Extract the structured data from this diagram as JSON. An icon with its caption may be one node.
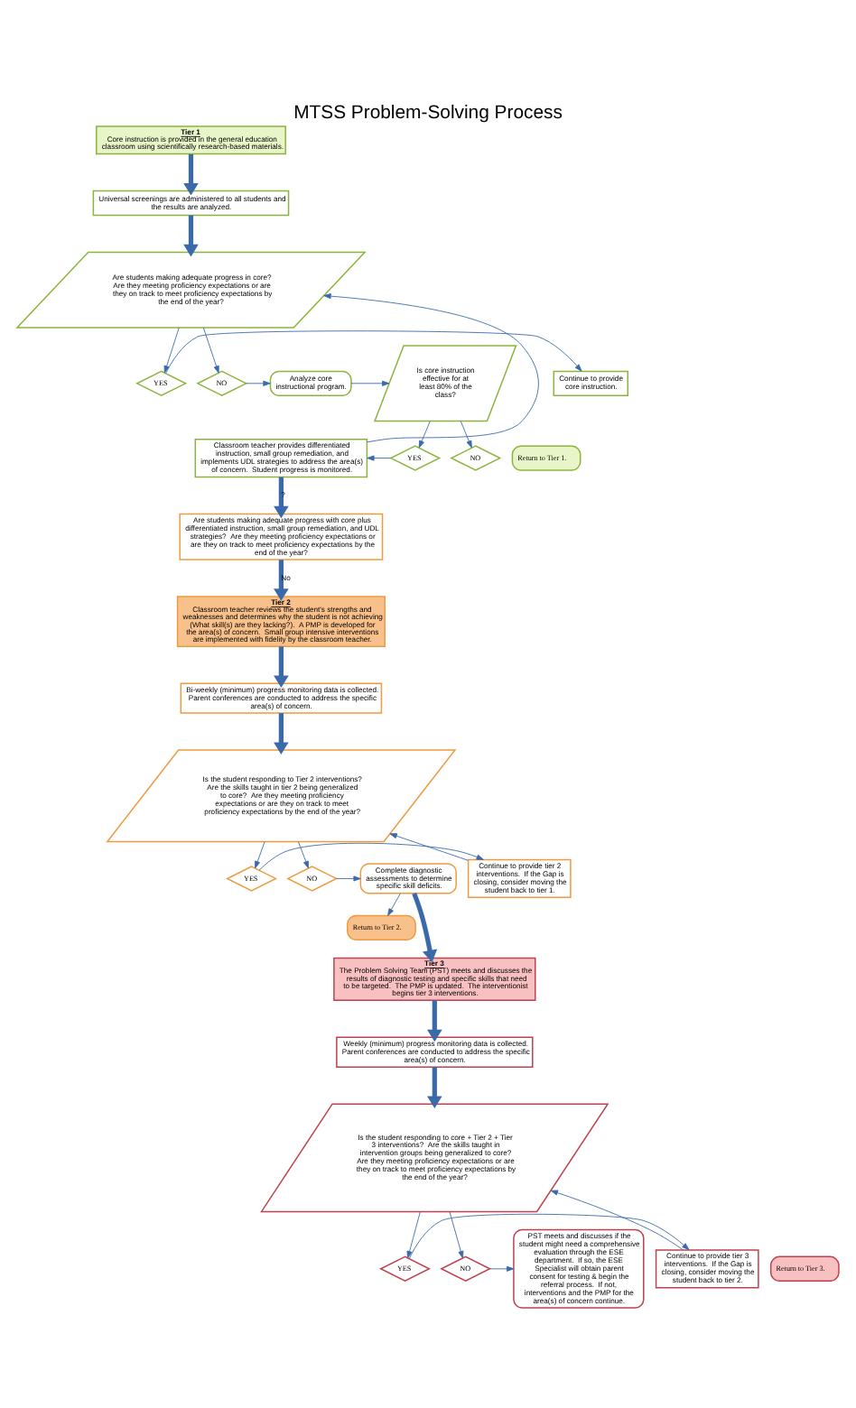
{
  "diagram": {
    "title": "MTSS Problem-Solving Process",
    "nodes": [
      {
        "text": [
          "Tier 1",
          "Core instruction is provided in the general education classroom using scientifically research-based materials."
        ]
      },
      {
        "text": [
          "Universal screenings are administered to all students and the results are analyzed."
        ]
      },
      {
        "text": [
          "Are students making adequate progress in core?  Are they meeting proficiency expectations or are they on track to meet proficiency expectations by the end of the year?"
        ]
      },
      {
        "text": [
          "Continue to provide core instruction."
        ]
      },
      {
        "text": [
          "YES"
        ]
      },
      {
        "text": [
          "NO"
        ]
      },
      {
        "text": [
          "Analyze core instructional program."
        ]
      },
      {
        "text": [
          "Is core instruction effective for at least 80% of the class?"
        ]
      },
      {
        "text": [
          "Classroom teacher provides differentiated instruction, small group remediation, and implements UDL strategies to address the area(s) of concern.  Student progress is monitored."
        ]
      },
      {
        "text": [
          "YES"
        ]
      },
      {
        "text": [
          "NO"
        ]
      },
      {
        "text": [
          "Return to Tier 1."
        ]
      },
      {
        "text": [
          "Are students making adequate progress with core plus differentiated instruction, small group remediation, and UDL strategies?  Are they meeting proficiency expectations or are they on track to meet proficiency expectations by the end of the year?"
        ]
      },
      {
        "text": [
          "Tier 2",
          "Classroom teacher reviews the student's strengths and weaknesses and determines why the student is not achieving (What skill(s) are they lacking?).  A PMP is developed for the area(s) of concern.  Small group intensive interventions are implemented with fidelity by the classroom teacher."
        ]
      },
      {
        "text": [
          "Bi-weekly (minimum) progress monitoring data is collected.  Parent conferences are conducted to address the specific area(s) of concern."
        ]
      },
      {
        "text": [
          "Is the student responding to Tier 2 interventions?  Are the skills taught in tier 2 being generalized to core?  Are they meeting proficiency expectations or are they on track to meet proficiency expectations by the end of the year?"
        ]
      },
      {
        "text": [
          "Continue to provide tier 2 interventions.  If the Gap is closing, consider moving the student back to tier 1."
        ]
      },
      {
        "text": [
          "YES"
        ]
      },
      {
        "text": [
          "NO"
        ]
      },
      {
        "text": [
          "Complete diagnostic assessments to determine specific skill deficits."
        ]
      },
      {
        "text": [
          "Return to Tier 2."
        ]
      },
      {
        "text": [
          "Tier 3",
          "The Problem Solving Team (PST) meets and discusses the results of diagnostic testing and specific skills that need to be targeted.  The PMP is updated.  The interventionist begins tier 3 interventions."
        ]
      },
      {
        "text": [
          "Weekly (minimum) progress monitoring data is collected.  Parent conferences are conducted to address the specific area(s) of concern."
        ]
      },
      {
        "text": [
          "Is the student responding to core + Tier 2 + Tier 3 interventions?  Are the skills taught in intervention groups being generalized to core?  Are they meeting proficiency expectations or are they on track to meet proficiency expectations by the end of the year?"
        ]
      },
      {
        "text": [
          "Continue to provide tier 3 interventions.  If the Gap is closing, consider moving the student back to tier 2."
        ]
      },
      {
        "text": [
          "YES"
        ]
      },
      {
        "text": [
          "NO"
        ]
      },
      {
        "text": [
          "PST meets and discusses if the student might need a comprehensive evaluation through the ESE department.  If so, the ESE Specialist will obtain parent consent for testing & begin the referral process.  If not, interventions and the PMP for the area(s) of concern continue."
        ]
      },
      {
        "text": [
          "Return to Tier 3."
        ]
      }
    ],
    "edges": [
      {
        "from": 0,
        "to": 1,
        "arrow": "to",
        "style": "thick"
      },
      {
        "from": 1,
        "to": 2,
        "arrow": "to",
        "style": "thick"
      },
      {
        "from": 2,
        "to": 4,
        "arrow": "to"
      },
      {
        "from": 2,
        "to": 5,
        "arrow": "to"
      },
      {
        "from": 4,
        "to": 3,
        "arrow": "to"
      },
      {
        "from": 5,
        "to": 6,
        "arrow": "to"
      },
      {
        "from": 6,
        "to": 7,
        "arrow": "to"
      },
      {
        "from": 7,
        "to": 9,
        "arrow": "to"
      },
      {
        "from": 7,
        "to": 10,
        "arrow": "to"
      },
      {
        "from": 9,
        "to": 8,
        "arrow": "to"
      },
      {
        "from": 8,
        "to": 2,
        "arrow": "to"
      },
      {
        "from": 8,
        "to": 12,
        "arrow": "to",
        "style": "thick",
        "label": "?"
      },
      {
        "from": 12,
        "to": 13,
        "arrow": "to",
        "style": "thick",
        "label": "No"
      },
      {
        "from": 13,
        "to": 14,
        "arrow": "to",
        "style": "thick"
      },
      {
        "from": 14,
        "to": 15,
        "arrow": "to",
        "style": "thick"
      },
      {
        "from": 15,
        "to": 17,
        "arrow": "to"
      },
      {
        "from": 15,
        "to": 18,
        "arrow": "to"
      },
      {
        "from": 17,
        "to": 16,
        "arrow": "to"
      },
      {
        "from": 16,
        "to": 15,
        "arrow": "to"
      },
      {
        "from": 18,
        "to": 19,
        "arrow": "to"
      },
      {
        "from": 19,
        "to": 20,
        "arrow": "to"
      },
      {
        "from": 19,
        "to": 21,
        "arrow": "to",
        "style": "thick"
      },
      {
        "from": 21,
        "to": 22,
        "arrow": "to",
        "style": "thick"
      },
      {
        "from": 22,
        "to": 23,
        "arrow": "to",
        "style": "thick"
      },
      {
        "from": 23,
        "to": 25,
        "arrow": "to"
      },
      {
        "from": 23,
        "to": 26,
        "arrow": "to"
      },
      {
        "from": 25,
        "to": 24,
        "arrow": "to"
      },
      {
        "from": 24,
        "to": 23,
        "arrow": "to"
      },
      {
        "from": 26,
        "to": 27,
        "arrow": "to"
      }
    ]
  }
}
